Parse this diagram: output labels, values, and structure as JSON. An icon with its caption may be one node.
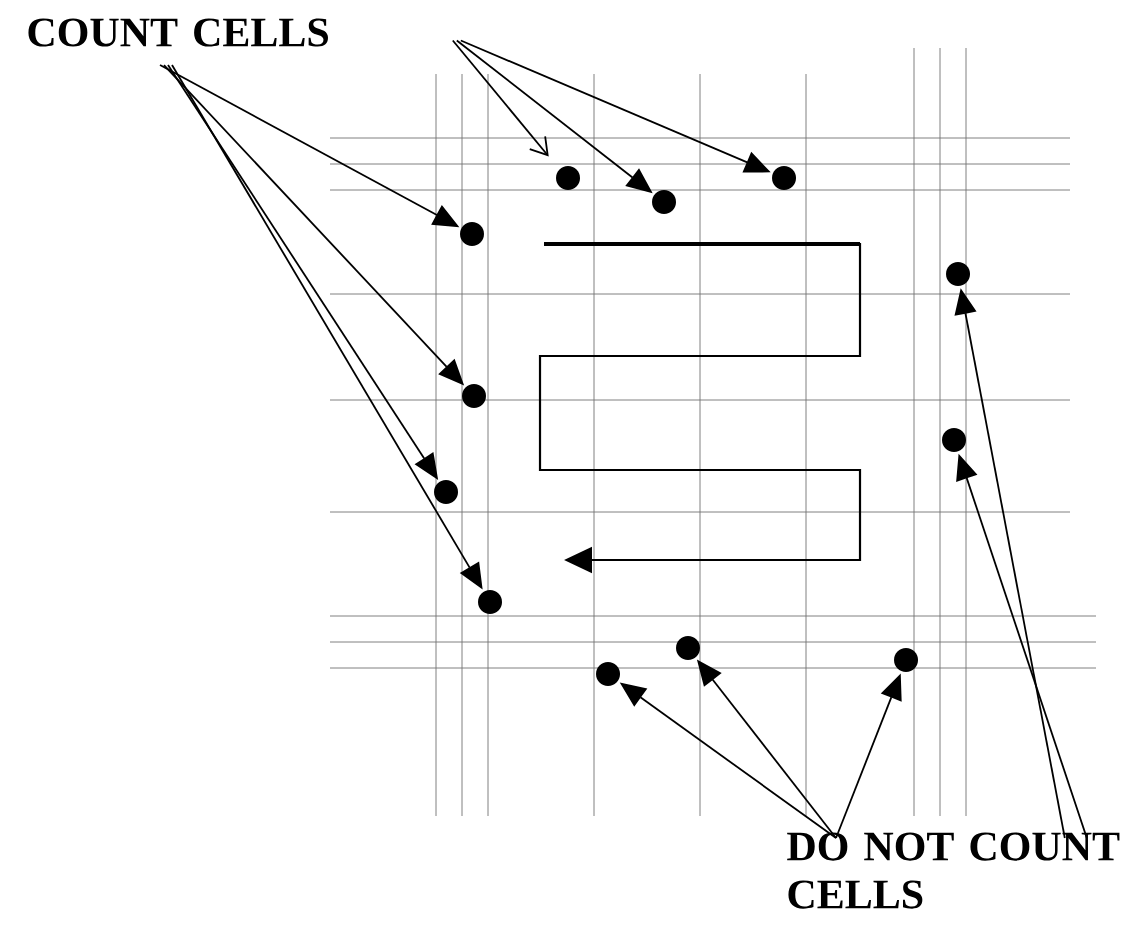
{
  "diagram": {
    "nodes": [
      {
        "text": [
          "COUNT CELLS"
        ]
      },
      {
        "text": [],
        "shape": "circle"
      },
      {
        "text": [],
        "shape": "circle"
      },
      {
        "text": [],
        "shape": "circle"
      },
      {
        "text": [],
        "shape": "circle"
      },
      {
        "text": [],
        "shape": "circle"
      },
      {
        "text": [],
        "shape": "circle"
      },
      {
        "text": [],
        "shape": "circle"
      },
      {
        "text": [],
        "shape": "circle"
      },
      {
        "text": [],
        "shape": "circle"
      },
      {
        "text": [],
        "shape": "circle"
      },
      {
        "text": [],
        "shape": "circle"
      },
      {
        "text": [],
        "shape": "circle"
      },
      {
        "text": [
          "DO NOT COUNT CELLS"
        ]
      }
    ],
    "edges": [
      {
        "from": 0,
        "to": 4,
        "arrow": "to"
      },
      {
        "from": 0,
        "to": 6,
        "arrow": "to"
      },
      {
        "from": 0,
        "to": 8,
        "arrow": "to"
      },
      {
        "from": 0,
        "to": 9,
        "arrow": "to"
      },
      {
        "from": 0,
        "to": 1,
        "arrow": "to"
      },
      {
        "from": 0,
        "to": 3,
        "arrow": "to"
      },
      {
        "from": 0,
        "to": 2,
        "arrow": "to"
      },
      {
        "from": 13,
        "to": 12,
        "arrow": "to"
      },
      {
        "from": 13,
        "to": 10,
        "arrow": "to"
      },
      {
        "from": 13,
        "to": 11,
        "arrow": "to"
      },
      {
        "from": 13,
        "to": 5,
        "arrow": "to"
      },
      {
        "from": 13,
        "to": 7,
        "arrow": "to"
      }
    ]
  }
}
